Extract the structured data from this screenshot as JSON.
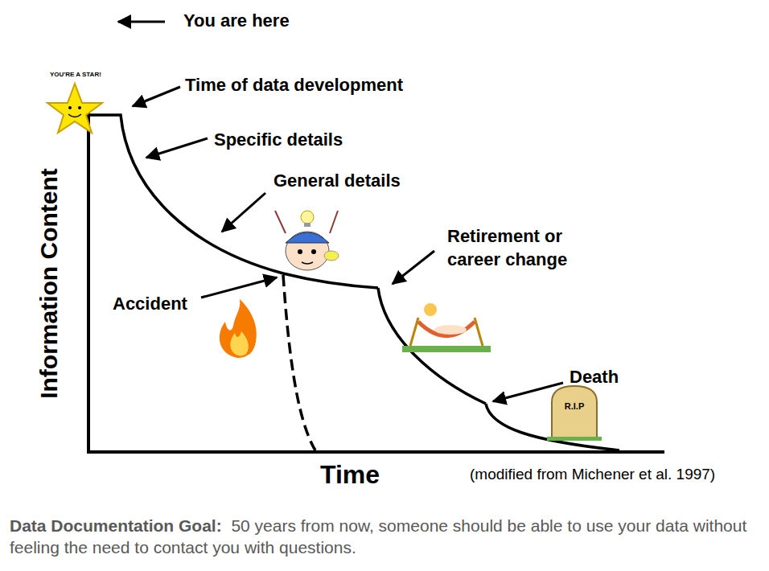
{
  "diagram": {
    "caption": "50 years from now, someone should be able to use your data without feeling the need to contact you with questions.",
    "labels": [
      "You are here",
      "YOU'RE A STAR!",
      "Time of data development",
      "Specific details",
      "General details",
      "Accident",
      "Retirement or career change",
      "Death",
      "R.I.P",
      "Information Content",
      "Time",
      "(modified from Michener et al. 1997)",
      "Data Documentation Goal:"
    ]
  }
}
